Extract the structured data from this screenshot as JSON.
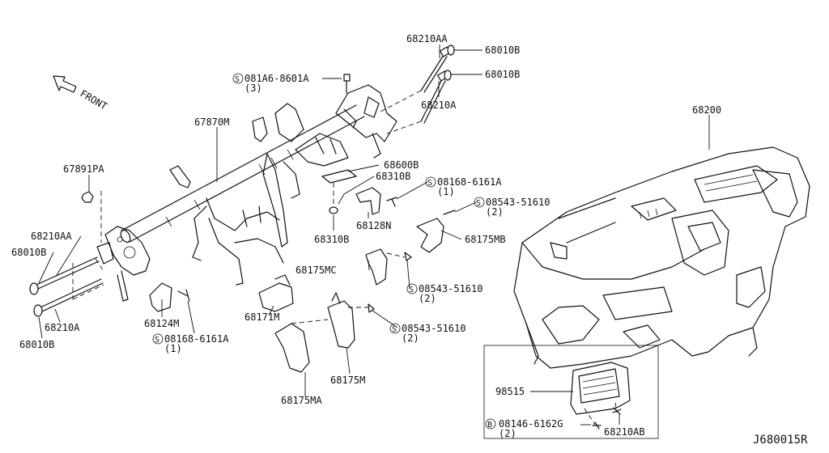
{
  "diagram_id": "J680015R",
  "front_label": "FRONT",
  "parts": {
    "p68210AA_top": "68210AA",
    "p68010B_top1": "68010B",
    "p68010B_top2": "68010B",
    "p68210A_top": "68210A",
    "p081A6": "081A6-8601A",
    "p081A6_qty": "(3)",
    "p67870M": "67870M",
    "p68200": "68200",
    "p67891PA": "67891PA",
    "p68600B": "68600B",
    "p68310B_a": "68310B",
    "p08168_a": "08168-6161A",
    "p08168_a_qty": "(1)",
    "p08543_a": "08543-51610",
    "p08543_a_qty": "(2)",
    "p68128N": "68128N",
    "p68310B_b": "68310B",
    "p68175MB": "68175MB",
    "p68210AA_left": "68210AA",
    "p68010B_left1": "68010B",
    "p68175MC": "68175MC",
    "p08543_b": "08543-51610",
    "p08543_b_qty": "(2)",
    "p68124M": "68124M",
    "p68171M": "68171M",
    "p68210A_left": "68210A",
    "p68010B_left2": "68010B",
    "p08168_b": "08168-6161A",
    "p08168_b_qty": "(1)",
    "p08543_c": "08543-51610",
    "p08543_c_qty": "(2)",
    "p68175M": "68175M",
    "p68175MA": "68175MA",
    "p98515": "98515",
    "p08146": "08146-6162G",
    "p08146_qty": "(2)",
    "p68210AB": "68210AB"
  },
  "symbols": {
    "screw_S": "S",
    "bolt_B": "B"
  }
}
